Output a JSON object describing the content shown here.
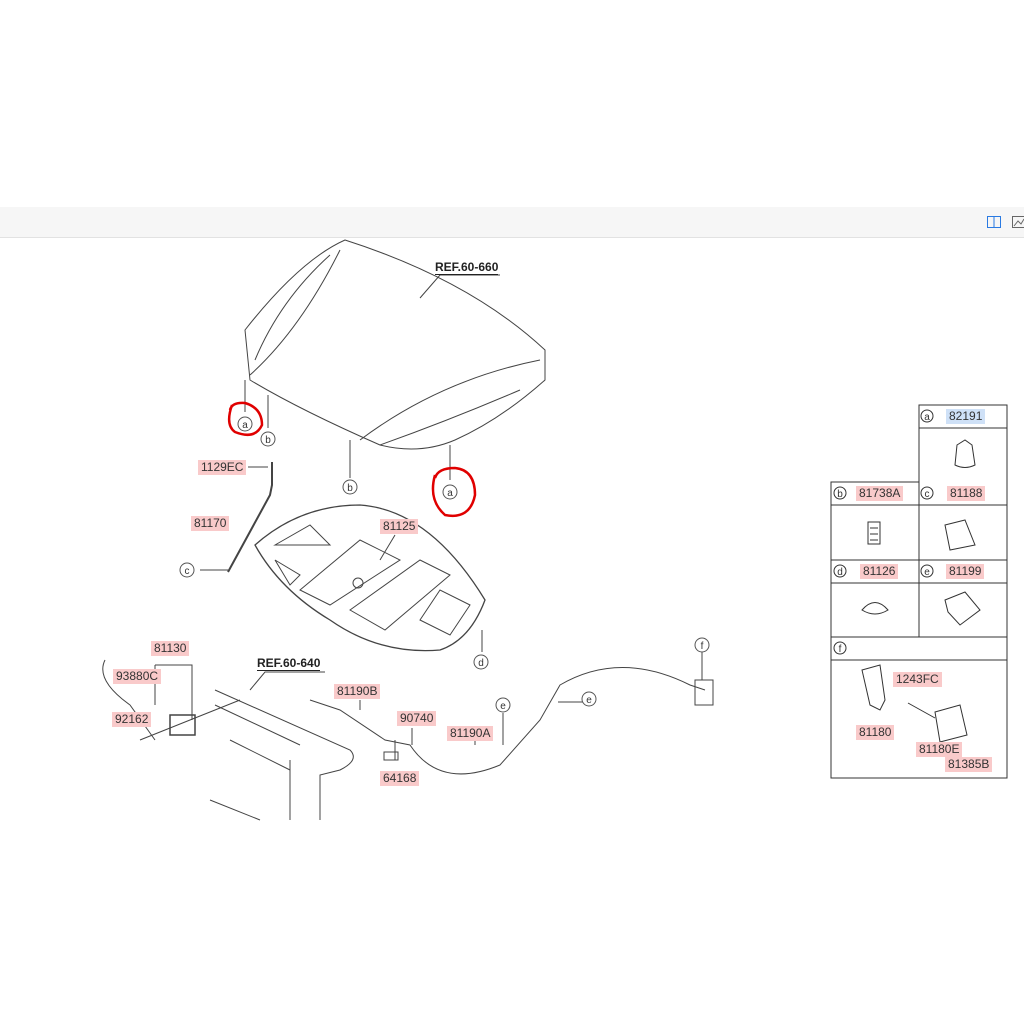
{
  "toolbar": {
    "icons": [
      "split-view-icon",
      "image-icon"
    ]
  },
  "refs": {
    "hood": "REF.60-660",
    "panel": "REF.60-640"
  },
  "callouts": {
    "a": "a",
    "b": "b",
    "c": "c",
    "d": "d",
    "e": "e",
    "f": "f"
  },
  "parts": {
    "p1129EC": "1129EC",
    "p81170": "81170",
    "p81125": "81125",
    "p81130": "81130",
    "p93880C": "93880C",
    "p92162": "92162",
    "p81190B": "81190B",
    "p90740": "90740",
    "p81190A": "81190A",
    "p64168": "64168"
  },
  "legend": {
    "a": "82191",
    "b": "81738A",
    "c": "81188",
    "d": "81126",
    "e": "81199",
    "f1": "1243FC",
    "f2": "81180",
    "f3": "81180E",
    "f4": "81385B"
  },
  "colors": {
    "label_bg": "#f9caca",
    "highlight_bg": "#cfe1f7",
    "annotation": "#e00000"
  }
}
